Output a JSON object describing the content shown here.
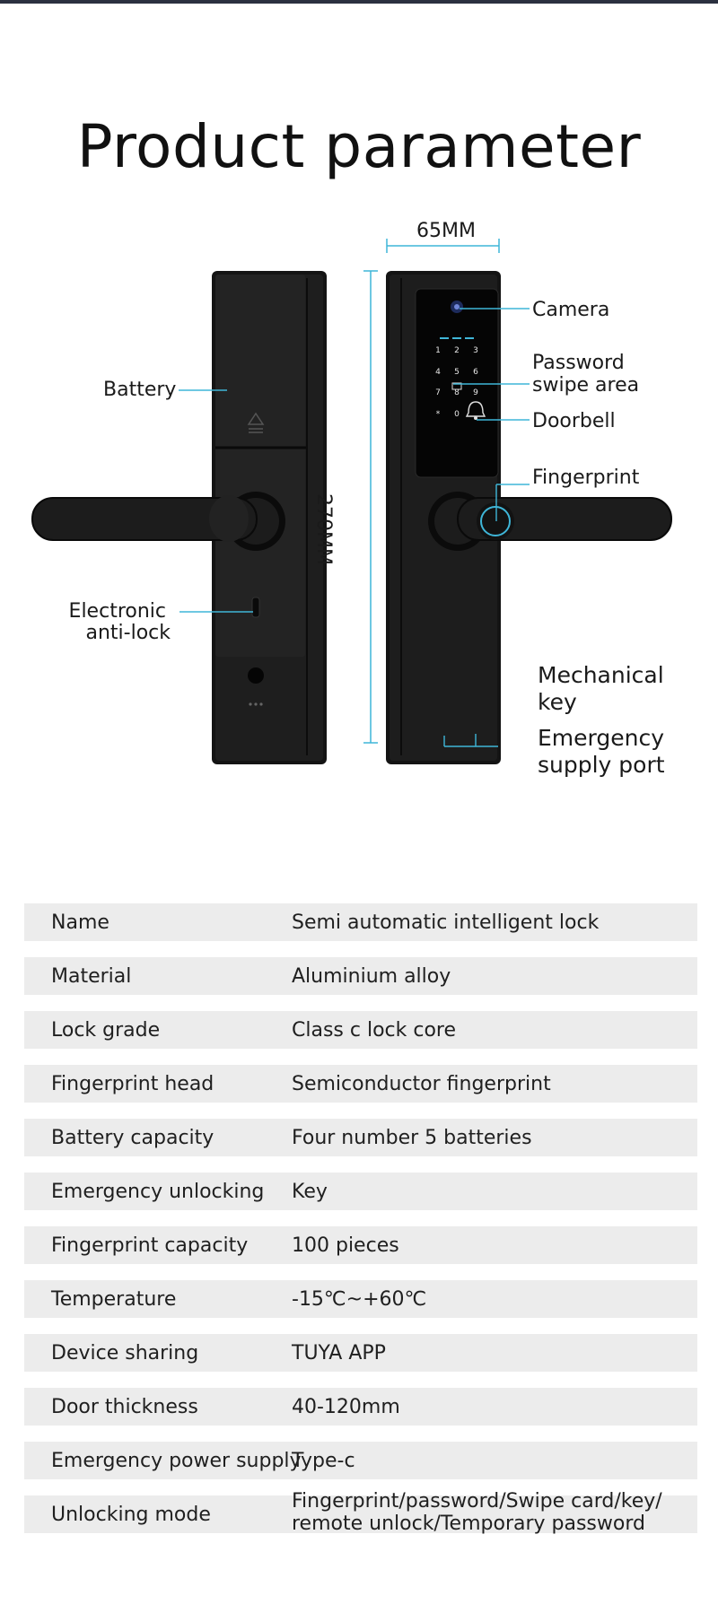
{
  "title": "Product parameter",
  "labels": {
    "width_dim": "65MM",
    "height_dim": "270MM",
    "battery": "Battery",
    "electronic_anti_lock_1": "Electronic",
    "electronic_anti_lock_2": "anti-lock",
    "camera": "Camera",
    "password_1": "Password",
    "password_2": "swipe area",
    "doorbell": "Doorbell",
    "fingerprint": "Fingerprint",
    "mech_key_1": "Mechanical",
    "mech_key_2": "key",
    "emergency_1": "Emergency",
    "emergency_2": "supply port"
  },
  "keypad": [
    "1",
    "2",
    "3",
    "4",
    "5",
    "6",
    "7",
    "8",
    "9",
    "*",
    "0"
  ],
  "accent_color": "#3fb6d8",
  "params": [
    {
      "name": "Name",
      "value": "Semi automatic intelligent lock"
    },
    {
      "name": "Material",
      "value": "Aluminium alloy"
    },
    {
      "name": "Lock grade",
      "value": "Class c lock core"
    },
    {
      "name": "Fingerprint head",
      "value": "Semiconductor fingerprint"
    },
    {
      "name": "Battery capacity",
      "value": "Four number 5 batteries"
    },
    {
      "name": "Emergency unlocking",
      "value": "Key"
    },
    {
      "name": "Fingerprint capacity",
      "value": "100 pieces"
    },
    {
      "name": "Temperature",
      "value": "-15℃~+60℃"
    },
    {
      "name": "Device sharing",
      "value": "TUYA APP"
    },
    {
      "name": "Door thickness",
      "value": "40-120mm"
    },
    {
      "name": "Emergency power supply",
      "value": "Type-c"
    },
    {
      "name": "Unlocking mode",
      "value": "Fingerprint/password/Swipe card/key/",
      "value2": "remote unlock/Temporary password"
    }
  ]
}
